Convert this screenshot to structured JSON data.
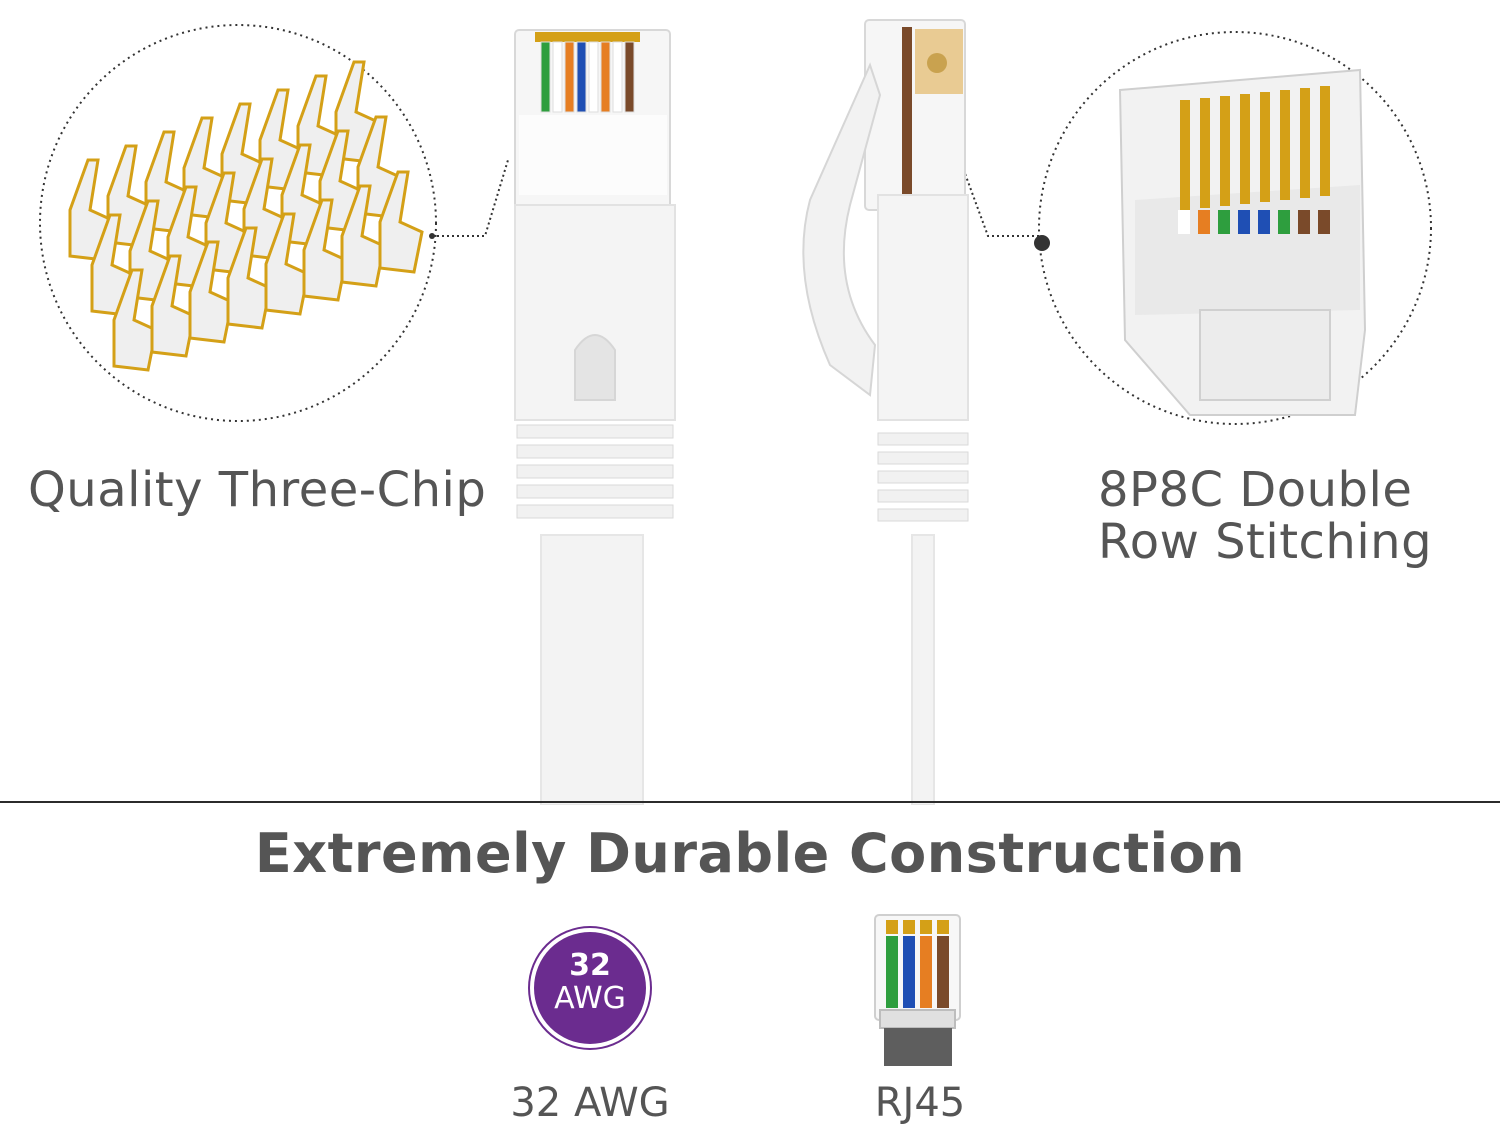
{
  "labels": {
    "left_feature": "Quality Three-Chip",
    "right_feature_line1": "8P8C Double",
    "right_feature_line2": "Row Stitching"
  },
  "headline": "Extremely Durable Construction",
  "icons": {
    "awg_badge_number": "32",
    "awg_badge_unit": "AWG",
    "awg_caption": "32 AWG",
    "rj45_caption": "RJ45"
  },
  "colors": {
    "text_gray": "#555555",
    "badge_purple": "#6b2c8f",
    "gold_contacts": "#d4a017",
    "cable_white": "#f4f4f4",
    "wire_green": "#2e9e3e",
    "wire_blue": "#1f4fb4",
    "wire_orange": "#e67e22",
    "wire_brown": "#7a4a2a"
  }
}
